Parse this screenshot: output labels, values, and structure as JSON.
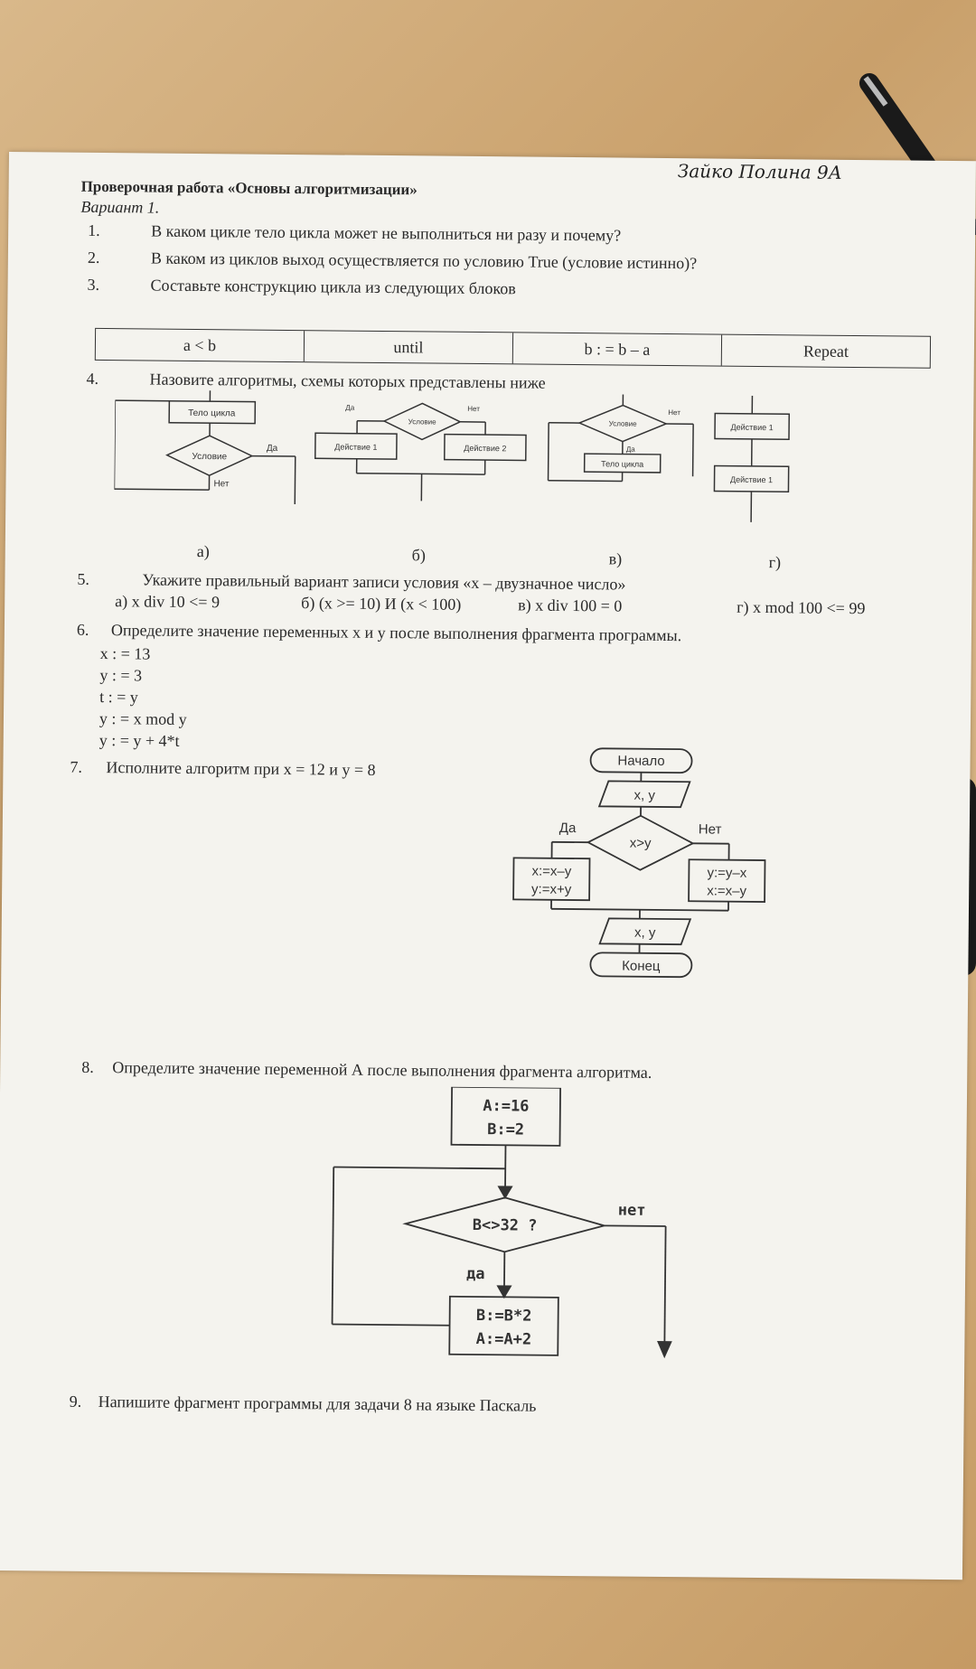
{
  "header": {
    "signature": "Зайко Полина 9А",
    "title": "Проверочная работа «Основы алгоритмизации»",
    "variant": "Вариант 1."
  },
  "questions": [
    {
      "num": "1.",
      "text": "В каком цикле тело цикла может не выполниться ни разу и почему?"
    },
    {
      "num": "2.",
      "text": "В каком из циклов выход осуществляется по условию True (условие истинно)?"
    },
    {
      "num": "3.",
      "text": "Составьте  конструкцию цикла из следующих блоков"
    },
    {
      "num": "4.",
      "text": "Назовите алгоритмы, схемы которых представлены ниже"
    },
    {
      "num": "5.",
      "text": "Укажите правильный вариант записи условия «х – двузначное число»"
    },
    {
      "num": "6.",
      "text": "Определите значение переменных х и у после выполнения фрагмента программы."
    },
    {
      "num": "7.",
      "text": "Исполните алгоритм при х = 12 и у  = 8"
    },
    {
      "num": "8.",
      "text": "Определите значение переменной А после выполнения фрагмента алгоритма."
    },
    {
      "num": "9.",
      "text": "Напишите фрагмент программы для задачи 8 на языке Паскаль"
    }
  ],
  "q3_blocks": [
    "a < b",
    "until",
    "b : = b – a",
    "Repeat"
  ],
  "q4": {
    "a": {
      "body": "Тело цикла",
      "cond": "Условие",
      "yes": "Да",
      "no": "Нет",
      "label": "а)"
    },
    "b": {
      "yes": "Да",
      "no": "Нет",
      "cond": "Условие",
      "act1": "Действие 1",
      "act2": "Действие 2",
      "label": "б)"
    },
    "c": {
      "cond": "Условие",
      "no": "Нет",
      "yes": "Да",
      "body": "Тело цикла",
      "label": "в)"
    },
    "d": {
      "act1": "Действие 1",
      "act2": "Действие 1",
      "label": "г)"
    }
  },
  "q5_options": [
    "а) x div 10 <= 9",
    "б) (x >= 10) И (x < 100)",
    "в) x div 100 = 0",
    "г) x mod 100 <= 99"
  ],
  "q6_code": [
    "x : = 13",
    "y : = 3",
    "t : = y",
    "y : = x mod y",
    "y : = y + 4*t"
  ],
  "q7": {
    "start": "Начало",
    "input": "x, y",
    "yes": "Да",
    "no": "Нет",
    "cond": "x>y",
    "left1": "x:=x–y",
    "left2": "y:=x+y",
    "right1": "y:=y–x",
    "right2": "x:=x–y",
    "output": "x, y",
    "end": "Конец"
  },
  "q8": {
    "init1": "A:=16",
    "init2": "B:=2",
    "cond": "B<>32 ?",
    "no": "нет",
    "yes": "да",
    "body1": "B:=B*2",
    "body2": "A:=A+2"
  }
}
